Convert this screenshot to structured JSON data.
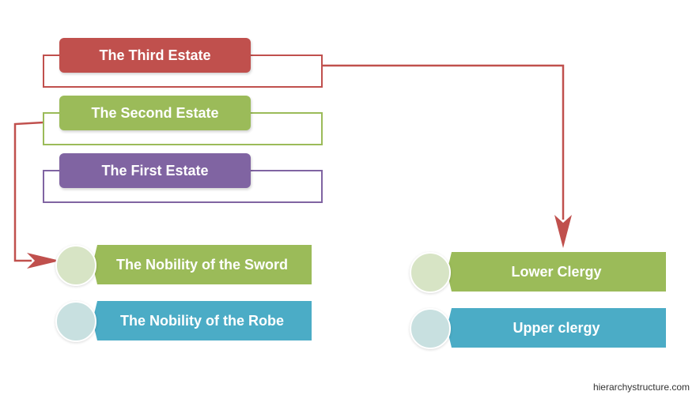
{
  "estates": [
    {
      "label": "The Third Estate",
      "color": "#c0504d"
    },
    {
      "label": "The Second Estate",
      "color": "#9bbb59"
    },
    {
      "label": "The First Estate",
      "color": "#8064a2"
    }
  ],
  "nobility": [
    {
      "label": "The Nobility of the Sword",
      "color": "#9bbb59",
      "circle_color": "#d7e4c5"
    },
    {
      "label": "The Nobility of the Robe",
      "color": "#4bacc6",
      "circle_color": "#c8e0e0"
    }
  ],
  "clergy": [
    {
      "label": "Lower Clergy",
      "color": "#9bbb59",
      "circle_color": "#d7e4c5"
    },
    {
      "label": "Upper clergy",
      "color": "#4bacc6",
      "circle_color": "#c8e0e0"
    }
  ],
  "connector_color": "#c0504d",
  "credit": "hierarchystructure.com"
}
